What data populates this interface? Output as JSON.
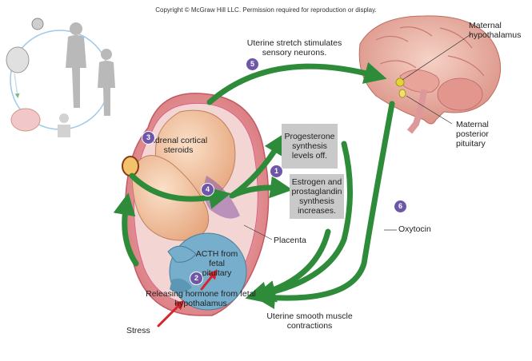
{
  "copyright": "Copyright © McGraw Hill LLC. Permission required for reproduction or display.",
  "labels": {
    "uterine_stretch": "Uterine stretch stimulates sensory neurons.",
    "maternal_hypothalamus": "Maternal hypothalamus",
    "maternal_posterior_pituitary": "Maternal posterior pituitary",
    "adrenal_cortical_steroids": "Adrenal cortical steroids",
    "progesterone": "Progesterone synthesis levels off.",
    "estrogen_prostaglandin": "Estrogen and prostaglandin synthesis increases.",
    "oxytocin": "Oxytocin",
    "placenta": "Placenta",
    "acth": "ACTH from fetal pituitary",
    "releasing_hormone": "Releasing hormone from fetal hypothalamus",
    "stress": "Stress",
    "uterine_contractions": "Uterine smooth muscle contractions"
  },
  "steps": [
    "1",
    "2",
    "3",
    "4",
    "5",
    "6"
  ],
  "colors": {
    "arrow_green": "#2e8b3a",
    "arrow_red": "#d8232a",
    "step_purple": "#6e56a8",
    "box_gray": "#c9c9c9",
    "uterus_wall": "#e8a0a4",
    "fetus_skin": "#f3c7a2",
    "amniotic_blue": "#6fa8c8",
    "brain_pink": "#f0b6a6"
  }
}
